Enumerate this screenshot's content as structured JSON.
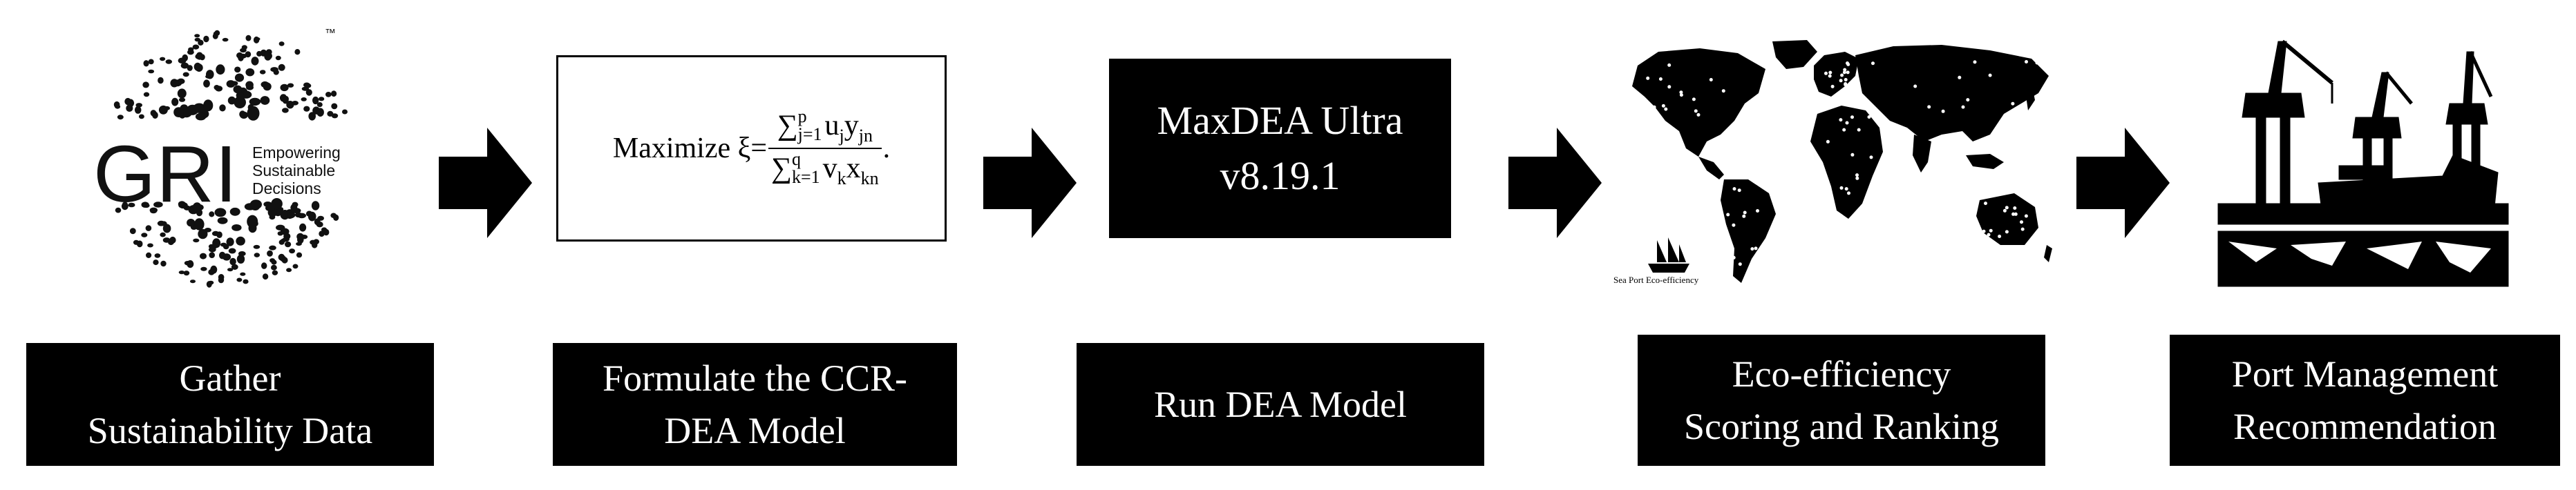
{
  "logo": {
    "name": "GRI",
    "tagline_lines": [
      "Empowering",
      "Sustainable",
      "Decisions"
    ],
    "trademark": "™"
  },
  "equation": {
    "lead": "Maximize ξ=",
    "num_sum_sup": "p",
    "num_sum_sub": "j=1",
    "num_body": "u",
    "num_body_sub1": "j",
    "num_body2": "y",
    "num_body_sub2": "jn",
    "den_sum_sup": "q",
    "den_sum_sub": "k=1",
    "den_body": "v",
    "den_body_sub1": "k",
    "den_body2": "x",
    "den_body_sub2": "kn",
    "tail": "."
  },
  "software": {
    "line1": "MaxDEA Ultra",
    "line2": "v8.19.1"
  },
  "map_caption": "Sea Port Eco-efficiency",
  "steps": [
    {
      "line1": "Gather",
      "line2": "Sustainability Data"
    },
    {
      "line1": "Formulate the CCR-",
      "line2": "DEA Model"
    },
    {
      "line1": "Run DEA Model",
      "line2": ""
    },
    {
      "line1": "Eco-efficiency",
      "line2": "Scoring and Ranking"
    },
    {
      "line1": "Port Management",
      "line2": "Recommendation"
    }
  ],
  "colors": {
    "fill": "#000000",
    "text_on_fill": "#ffffff",
    "background": "#ffffff"
  },
  "icons": [
    "gri-globe-icon",
    "world-map-icon",
    "ship-icon",
    "port-cranes-icon",
    "arrow-right-icon"
  ]
}
